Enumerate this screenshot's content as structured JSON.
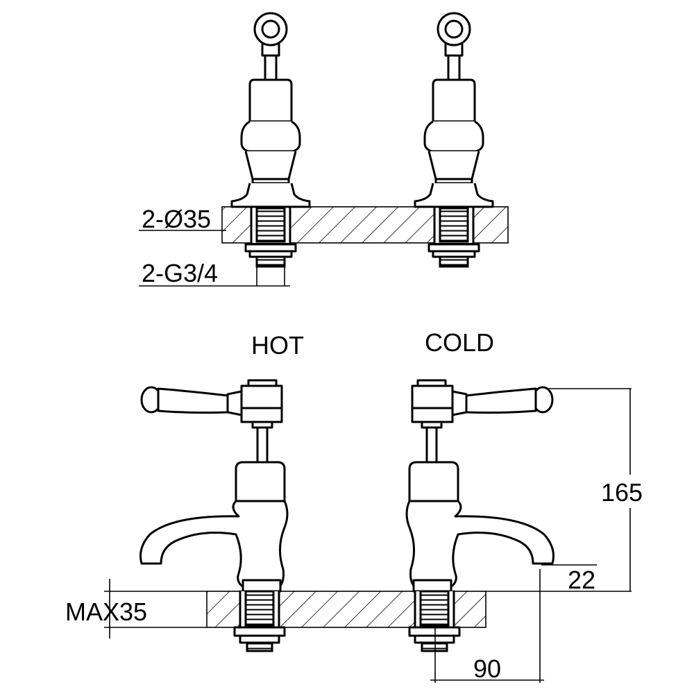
{
  "labels": {
    "holes": "2-Ø35",
    "thread": "2-G3/4",
    "hot": "HOT",
    "cold": "COLD",
    "height": "165",
    "spout_clearance": "22",
    "max_deck": "MAX35",
    "reach": "90"
  }
}
